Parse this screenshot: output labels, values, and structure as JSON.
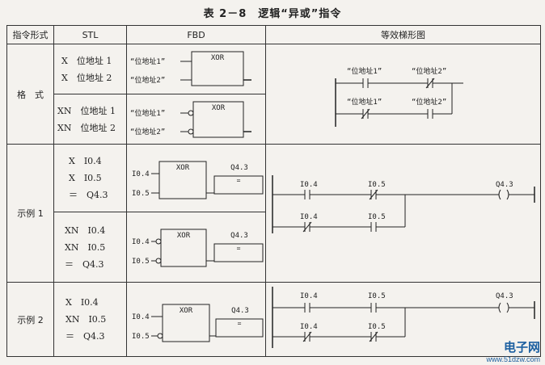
{
  "title": "表 2－8　逻辑“异或”指令",
  "headers": [
    "指令形式",
    "STL",
    "FBD",
    "等效梯形图"
  ],
  "groups": {
    "format": "格　式",
    "example1": "示例 1",
    "example2": "示例 2"
  },
  "rows": {
    "r1": {
      "stl": [
        "X　位地址 1",
        "X　位地址 2"
      ],
      "fbd": {
        "block": "XOR",
        "in1": "“位地址1”",
        "in2": "“位地址2”"
      }
    },
    "r2": {
      "stl": [
        "XN　位地址 1",
        "XN　位地址 2"
      ],
      "fbd": {
        "block": "XOR",
        "in1": "“位地址1”",
        "in2": "“位地址2”"
      }
    },
    "r3": {
      "stl": [
        "X　I0.4",
        "X　I0.5",
        "＝　Q4.3"
      ],
      "fbd": {
        "block": "XOR",
        "in1": "I0.4",
        "in2": "I0.5",
        "out": "Q4.3",
        "assign": "="
      }
    },
    "r4": {
      "stl": [
        "XN　I0.4",
        "XN　I0.5",
        "＝　Q4.3"
      ],
      "fbd": {
        "block": "XOR",
        "in1": "I0.4",
        "in2": "I0.5",
        "out": "Q4.3",
        "assign": "="
      }
    },
    "r5": {
      "stl": [
        "X　I0.4",
        "XN　I0.5",
        "＝　Q4.3"
      ],
      "fbd": {
        "block": "XOR",
        "in1": "I0.4",
        "in2": "I0.5",
        "out": "Q4.3",
        "assign": "="
      }
    }
  },
  "ladder": {
    "format": {
      "c1": "“位地址1”",
      "c2": "“位地址2”",
      "c3": "“位地址1”",
      "c4": "“位地址2”"
    },
    "ex1": {
      "c1": "I0.4",
      "c2": "I0.5",
      "c3": "I0.4",
      "c4": "I0.5",
      "coil": "Q4.3"
    },
    "ex2": {
      "c1": "I0.4",
      "c2": "I0.5",
      "c3": "I0.4",
      "c4": "I0.5",
      "coil": "Q4.3"
    }
  },
  "watermark": {
    "text": "电子网",
    "url": "www.51dzw.com"
  }
}
